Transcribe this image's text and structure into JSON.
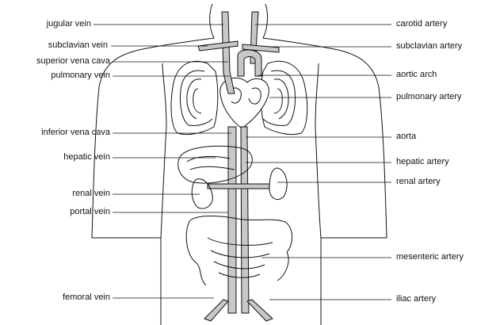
{
  "labels_left": [
    {
      "id": "jugular-vein",
      "text": "jugular vein"
    },
    {
      "id": "subclavian-vein",
      "text": "subclavian vein"
    },
    {
      "id": "superior-vena-cava",
      "text": "superior vena cava"
    },
    {
      "id": "pulmonary-vein",
      "text": "pulmonary vein"
    },
    {
      "id": "inferior-vena-cava",
      "text": "inferior vena cava"
    },
    {
      "id": "hepatic-vein",
      "text": "hepatic vein"
    },
    {
      "id": "renal-vein",
      "text": "renal vein"
    },
    {
      "id": "portal-vein",
      "text": "portal vein"
    },
    {
      "id": "femoral-vein",
      "text": "femoral vein"
    }
  ],
  "labels_right": [
    {
      "id": "carotid-artery",
      "text": "carotid artery"
    },
    {
      "id": "subclavian-artery",
      "text": "subclavian artery"
    },
    {
      "id": "aortic-arch",
      "text": "aortic arch"
    },
    {
      "id": "pulmonary-artery",
      "text": "pulmonary artery"
    },
    {
      "id": "aorta",
      "text": "aorta"
    },
    {
      "id": "hepatic-artery",
      "text": "hepatic artery"
    },
    {
      "id": "renal-artery",
      "text": "renal artery"
    },
    {
      "id": "mesenteric-artery",
      "text": "mesenteric artery"
    },
    {
      "id": "iliac-artery",
      "text": "iliac artery"
    }
  ],
  "colors": {
    "line": "#111111",
    "vessel_fill": "#c8c8c8",
    "background": "#ffffff"
  }
}
